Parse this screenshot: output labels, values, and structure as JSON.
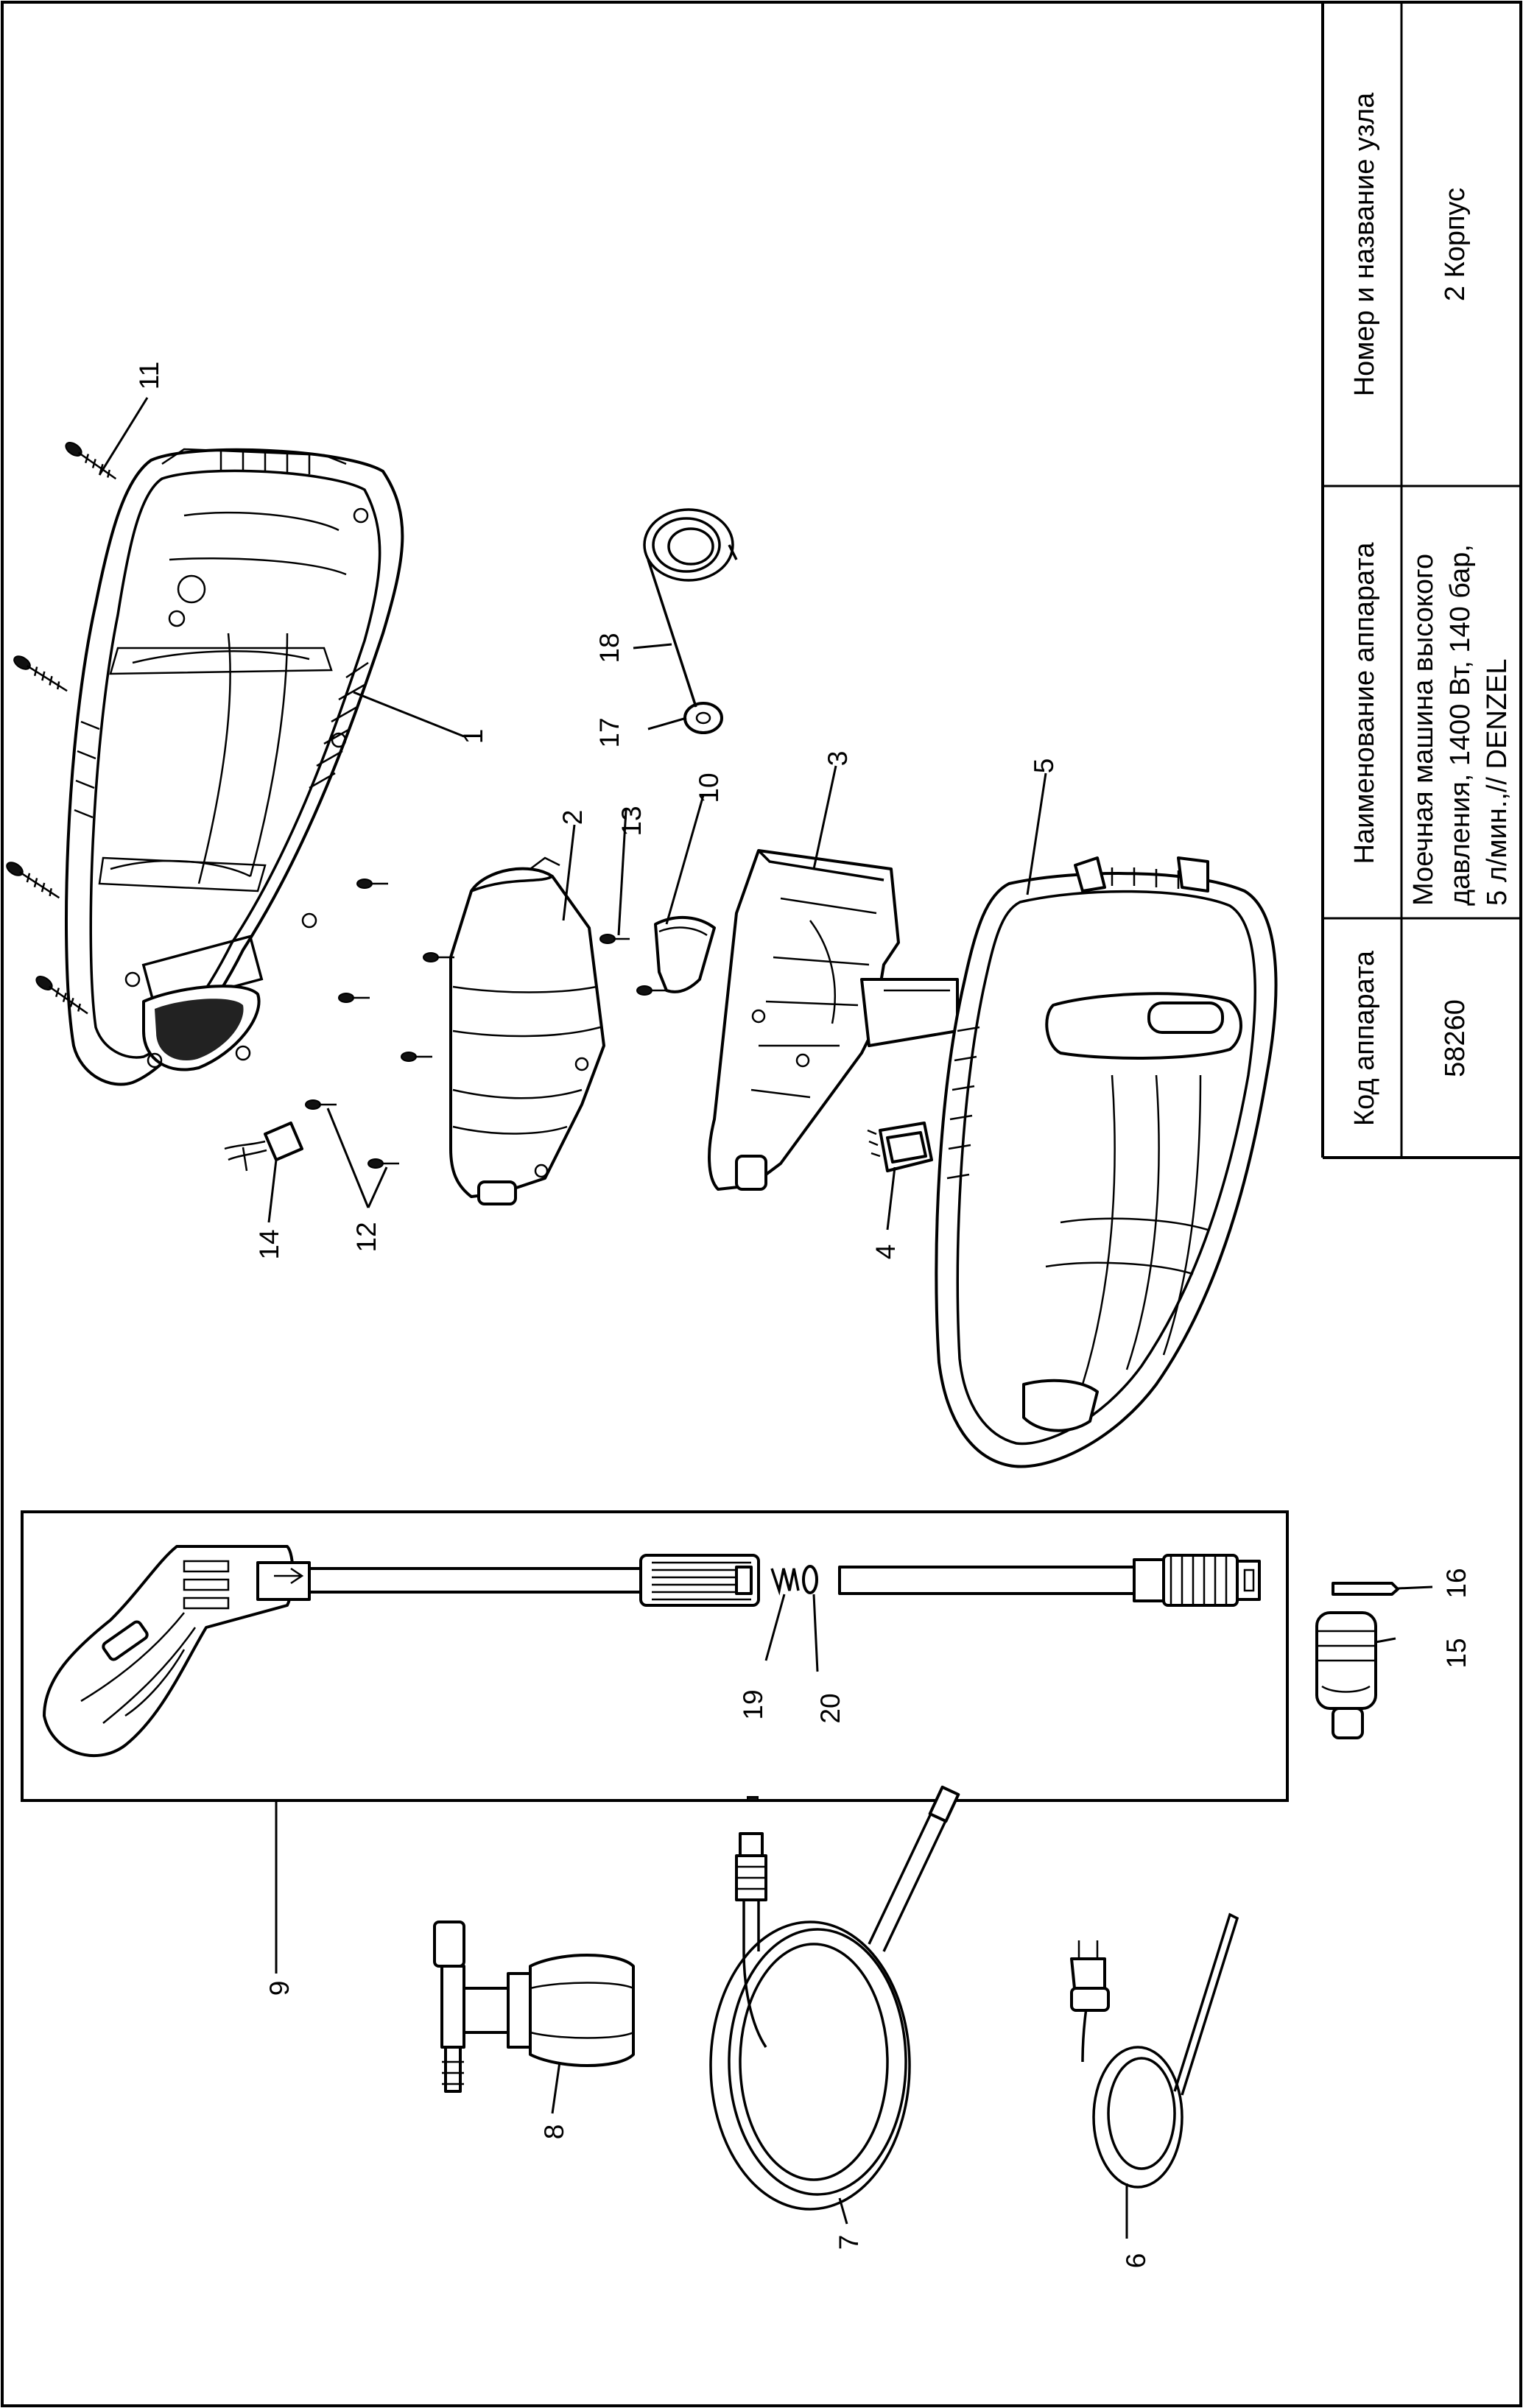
{
  "title_block": {
    "col_code_header": "Код аппарата",
    "col_code_value": "58260",
    "col_name_header": "Наименование аппарата",
    "col_name_value_line1": "Моечная машина высокого",
    "col_name_value_line2": "давления, 1400 Вт, 140 бар,",
    "col_name_value_line3": "5 л/мин.,// DENZEL",
    "col_unit_header": "Номер и название узла",
    "col_unit_value": "2 Корпус"
  },
  "callouts": {
    "c1": "1",
    "c2": "2",
    "c3": "3",
    "c4": "4",
    "c5": "5",
    "c6": "6",
    "c7": "7",
    "c8": "8",
    "c9": "9",
    "c10": "10",
    "c11": "11",
    "c12": "12",
    "c13": "13",
    "c14": "14",
    "c15": "15",
    "c16": "16",
    "c17": "17",
    "c18": "18",
    "c19": "19",
    "c20": "20"
  }
}
